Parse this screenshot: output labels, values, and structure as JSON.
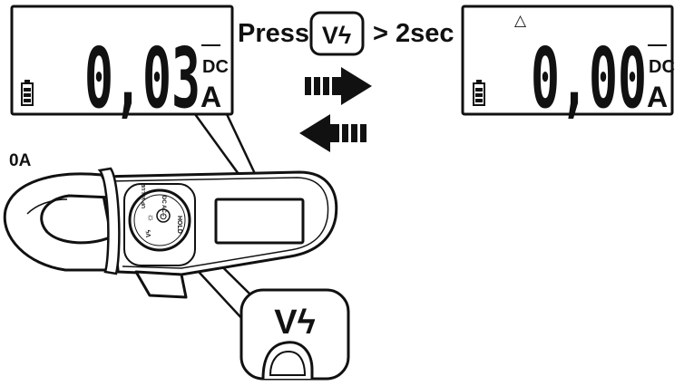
{
  "instruction": {
    "press_label": "Press",
    "key_symbol": "Vϟ",
    "duration_label": "> 2sec"
  },
  "display_before": {
    "reading": "0,03",
    "mode": "DC",
    "unit": "A"
  },
  "display_after": {
    "reading": "0,00",
    "mode": "DC",
    "unit": "A",
    "indicator": "△"
  },
  "input_label": "0A",
  "meter": {
    "labels": {
      "up_value": "UP VALUE",
      "dc_ac_sel": "DC AC",
      "backlight_icon": "☼",
      "power_icon": "⏻",
      "hold": "HOLD",
      "v_key": "Vϟ"
    }
  },
  "callout_key": {
    "symbol": "Vϟ"
  }
}
